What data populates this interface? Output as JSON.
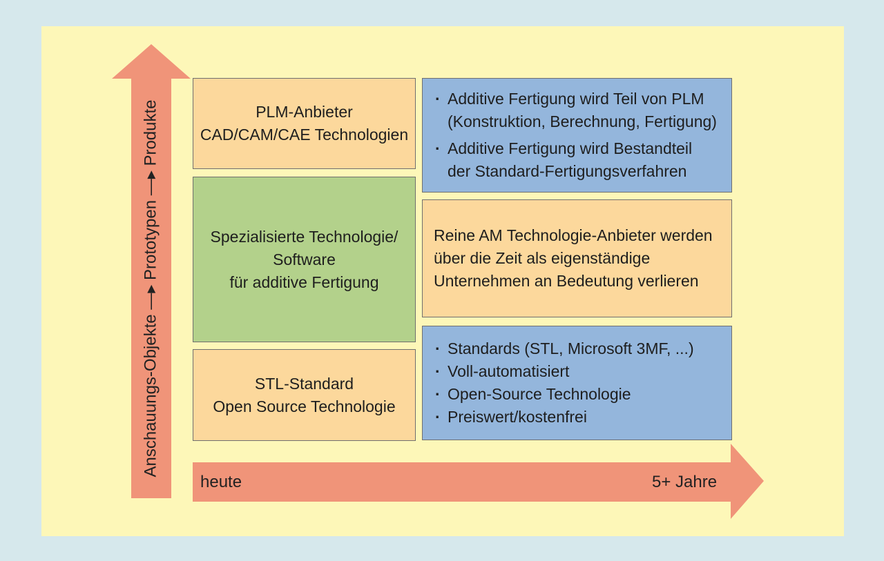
{
  "axes": {
    "vertical_label": "Anschauungs-Objekte —▸ Prototypen —▸ Produkte",
    "horizontal_start": "heute",
    "horizontal_end": "5+ Jahre"
  },
  "left_column": [
    {
      "lines": [
        "PLM-Anbieter",
        "CAD/CAM/CAE Technologien"
      ]
    },
    {
      "lines": [
        "Spezialisierte Technologie/",
        "Software",
        "für additive Fertigung"
      ]
    },
    {
      "lines": [
        "STL-Standard",
        "Open Source Technologie"
      ]
    }
  ],
  "right_column": {
    "top": {
      "bullets": [
        {
          "lines": [
            "Additive Fertigung wird Teil von PLM",
            "(Konstruktion, Berechnung, Fertigung)"
          ]
        },
        {
          "lines": [
            "Additive Fertigung wird Bestandteil",
            "der Standard-Fertigungsverfahren"
          ]
        }
      ]
    },
    "middle": {
      "lines": [
        "Reine AM Technologie-Anbieter werden",
        "über die Zeit als eigenständige",
        "Unternehmen an Bedeutung verlieren"
      ]
    },
    "bottom": {
      "bullets": [
        "Standards (STL, Microsoft 3MF, ...)",
        "Voll-automatisiert",
        "Open-Source Technologie",
        "Preiswert/kostenfrei"
      ]
    }
  },
  "colors": {
    "background": "#d6e8ec",
    "panel": "#fdf7b8",
    "arrow": "#f09479",
    "orange_box": "#fcd89c",
    "green_box": "#b3d18b",
    "blue_box": "#94b6dc"
  }
}
